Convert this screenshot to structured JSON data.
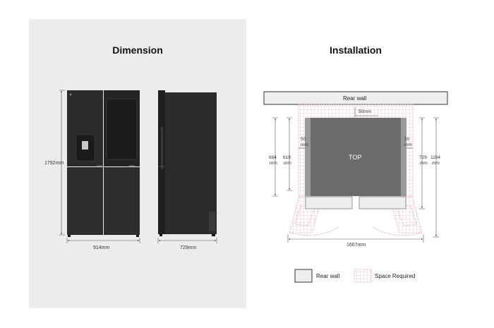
{
  "dimension": {
    "title": "Dimension",
    "height_label": "1792mm",
    "width_label": "914mm",
    "depth_label": "729mm"
  },
  "installation": {
    "title": "Installation",
    "rear_wall_label": "Rear wall",
    "top_label": "TOP",
    "gap_top": "50mm",
    "side_gap_left_value": "50",
    "side_gap_left_unit": "mm",
    "side_gap_right_value": "50",
    "side_gap_right_unit": "mm",
    "depth_684_value": "684",
    "depth_684_unit": "mm",
    "depth_619_value": "619",
    "depth_619_unit": "mm",
    "depth_729_value": "729",
    "depth_729_unit": "mm",
    "depth_1104_value": "1104",
    "depth_1104_unit": "mm",
    "width_open": "1667mm"
  },
  "legend": {
    "rear_wall": "Rear wall",
    "space_required": "Space Required"
  },
  "colors": {
    "panel_bg": "#ececec",
    "fridge_body": "#2b2b2d",
    "fridge_top": "#6b6b6b",
    "space_required": "#e6a2b4",
    "rear_wall_fill": "#eeeeee"
  }
}
